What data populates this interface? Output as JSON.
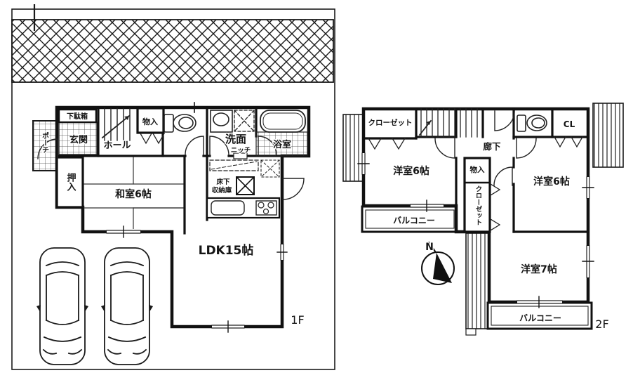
{
  "floor1": {
    "floor_label": "1F",
    "getabako": "下駄箱",
    "genkan": "玄関",
    "porch": "ポーチ",
    "hall": "ホール",
    "storage": "物入",
    "washroom": "洗面",
    "niche": "ニッチ",
    "bath": "浴室",
    "oshiire_closet": "押入",
    "tatami_room": "和室6帖",
    "underfloor_storage_line1": "床下",
    "underfloor_storage_line2": "収納庫",
    "ldk": "LDK15帖"
  },
  "floor2": {
    "floor_label": "2F",
    "closet_top": "クローゼット",
    "corridor": "廊下",
    "storage": "物入",
    "closet_column": "クローゼット",
    "cl": "CL",
    "room6_left": "洋室6帖",
    "room6_right": "洋室6帖",
    "room7": "洋室7帖",
    "balcony_left": "バルコニー",
    "balcony_right": "バルコニー"
  },
  "compass": {
    "north_label": "N"
  }
}
